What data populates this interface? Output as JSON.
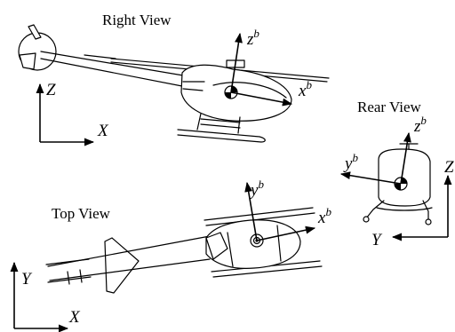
{
  "views": {
    "right": {
      "title": "Right View",
      "world_axes": {
        "vertical": "Z",
        "horizontal": "X"
      },
      "body_axes": {
        "up": {
          "base": "z",
          "sup": "b"
        },
        "forward": {
          "base": "x",
          "sup": "b"
        }
      }
    },
    "rear": {
      "title": "Rear View",
      "world_axes": {
        "vertical": "Z",
        "horizontal": "Y"
      },
      "body_axes": {
        "up": {
          "base": "z",
          "sup": "b"
        },
        "side": {
          "base": "y",
          "sup": "b"
        }
      }
    },
    "top": {
      "title": "Top View",
      "world_axes": {
        "vertical": "Y",
        "horizontal": "X"
      },
      "body_axes": {
        "side": {
          "base": "y",
          "sup": "b"
        },
        "forward": {
          "base": "x",
          "sup": "b"
        }
      }
    }
  }
}
